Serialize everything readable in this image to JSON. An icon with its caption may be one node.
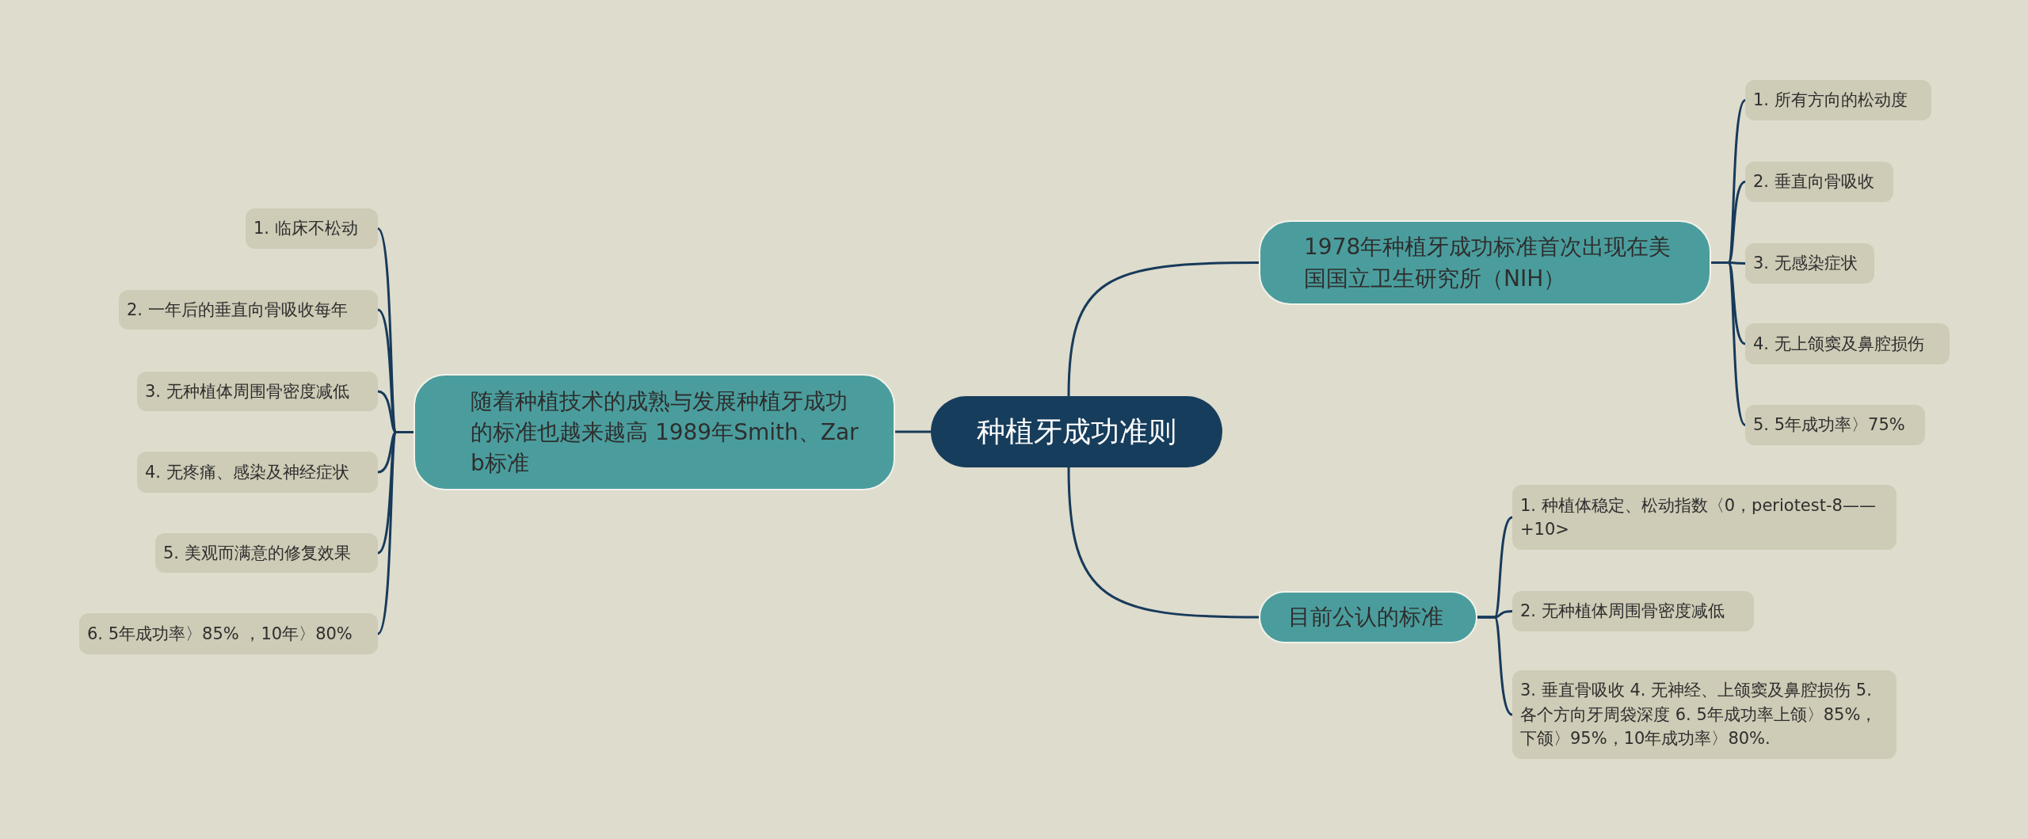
{
  "diagram": {
    "nodes": [
      {
        "text": [
          "种植牙成功准则"
        ]
      },
      {
        "text": [
          "1978年种植牙成功标准首次出现在美国国立卫生研究所（NIH）"
        ]
      },
      {
        "text": [
          "1. 所有方向的松动度"
        ]
      },
      {
        "text": [
          "2. 垂直向骨吸收"
        ]
      },
      {
        "text": [
          "3. 无感染症状"
        ]
      },
      {
        "text": [
          "4. 无上颌窦及鼻腔损伤"
        ]
      },
      {
        "text": [
          "5. 5年成功率〉75%"
        ]
      },
      {
        "text": [
          "目前公认的标准"
        ]
      },
      {
        "text": [
          "1. 种植体稳定、松动指数〈0，periotest-8——+10>"
        ]
      },
      {
        "text": [
          "2. 无种植体周围骨密度减低"
        ]
      },
      {
        "text": [
          "3. 垂直骨吸收 4. 无神经、上颌窦及鼻腔损伤 5. 各个方向牙周袋深度 6. 5年成功率上颌〉85%，下颌〉95%，10年成功率〉80%."
        ]
      },
      {
        "text": [
          "随着种植技术的成熟与发展种植牙成功的标准也越来越高 1989年Smith、Zarb标准"
        ]
      },
      {
        "text": [
          "1. 临床不松动"
        ]
      },
      {
        "text": [
          "2. 一年后的垂直向骨吸收每年"
        ]
      },
      {
        "text": [
          "3. 无种植体周围骨密度减低"
        ]
      },
      {
        "text": [
          "4. 无疼痛、感染及神经症状"
        ]
      },
      {
        "text": [
          "5. 美观而满意的修复效果"
        ]
      },
      {
        "text": [
          "6. 5年成功率〉85% ，10年〉80%"
        ]
      }
    ],
    "edges": [
      {
        "from": 0,
        "to": 1,
        "arrow": "none"
      },
      {
        "from": 1,
        "to": 2,
        "arrow": "none"
      },
      {
        "from": 1,
        "to": 3,
        "arrow": "none"
      },
      {
        "from": 1,
        "to": 4,
        "arrow": "none"
      },
      {
        "from": 1,
        "to": 5,
        "arrow": "none"
      },
      {
        "from": 1,
        "to": 6,
        "arrow": "none"
      },
      {
        "from": 0,
        "to": 7,
        "arrow": "none"
      },
      {
        "from": 7,
        "to": 8,
        "arrow": "none"
      },
      {
        "from": 7,
        "to": 9,
        "arrow": "none"
      },
      {
        "from": 7,
        "to": 10,
        "arrow": "none"
      },
      {
        "from": 0,
        "to": 11,
        "arrow": "none"
      },
      {
        "from": 11,
        "to": 12,
        "arrow": "none"
      },
      {
        "from": 11,
        "to": 13,
        "arrow": "none"
      },
      {
        "from": 11,
        "to": 14,
        "arrow": "none"
      },
      {
        "from": 11,
        "to": 15,
        "arrow": "none"
      },
      {
        "from": 11,
        "to": 16,
        "arrow": "none"
      },
      {
        "from": 11,
        "to": 17,
        "arrow": "none"
      }
    ]
  }
}
